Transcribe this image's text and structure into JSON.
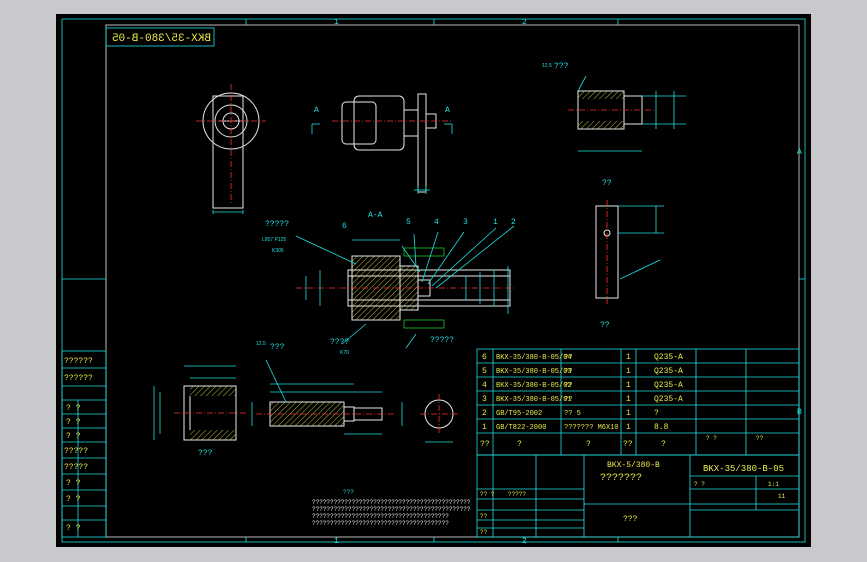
{
  "stamp_text": "BKX-35/380-B-05",
  "zone_labels": {
    "top_1": "1",
    "top_2": "2",
    "bottom_1": "1",
    "bottom_2": "2",
    "right_a": "A",
    "right_b": "B"
  },
  "section": {
    "cut_label_left": "A",
    "cut_label_right": "A",
    "view_title": "A-A",
    "balloons": [
      "6",
      "5",
      "4",
      "3",
      "1",
      "2"
    ],
    "fit_note_label": "?????",
    "fit_line_1": "L957 P125",
    "fit_line_2": "K305",
    "leader_note_left": "????",
    "leader_note_right": "?????",
    "small_mark": "K70"
  },
  "roughness": {
    "top_right": "???",
    "top_right_value": "12.5",
    "mid_left": "???",
    "mid_left_value": "12.5"
  },
  "views": {
    "side_label": "??",
    "side_bottom_label": "??",
    "bushing_label": "???"
  },
  "tech_req": {
    "title": "???",
    "lines": [
      "????????????????????????????????????????????",
      "????????????????????????????????????????????",
      "??????????????????????????????????????",
      "??????????????????????????????????????"
    ]
  },
  "left_strip": [
    "??????",
    "??????",
    "? ?",
    "? ?",
    "? ?",
    "?????",
    "?????",
    "? ?",
    "? ?",
    "? ?"
  ],
  "bom": {
    "rows": [
      {
        "no": "6",
        "code": "BKX-35/380-B-05/04",
        "name": "??",
        "qty": "1",
        "material": "Q235-A"
      },
      {
        "no": "5",
        "code": "BKX-35/380-B-05/03",
        "name": "??",
        "qty": "1",
        "material": "Q235-A"
      },
      {
        "no": "4",
        "code": "BKX-35/380-B-05/02",
        "name": "??",
        "qty": "1",
        "material": "Q235-A"
      },
      {
        "no": "3",
        "code": "BKX-35/380-B-05/01",
        "name": "??",
        "qty": "1",
        "material": "Q235-A"
      },
      {
        "no": "2",
        "code": "GB/T95-2002",
        "name": "?? 5",
        "qty": "1",
        "material": "?"
      },
      {
        "no": "1",
        "code": "GB/T822-2000",
        "name": "??????? M6X10",
        "qty": "1",
        "material": "8.8"
      }
    ],
    "header": {
      "no": "??",
      "code": "?",
      "name": "?",
      "qty": "??",
      "material": "?",
      "c1": "? ?",
      "c2": "??"
    }
  },
  "title_block": {
    "assembly_code": "BKX-5/380-B",
    "assembly_name": "???????",
    "drawing_no": "BKX-35/380-B-05",
    "company": "???",
    "scale": "1:1",
    "sheet_value": "11",
    "marks": [
      "? ?",
      "?? ?",
      "?????",
      "??",
      "??"
    ]
  }
}
